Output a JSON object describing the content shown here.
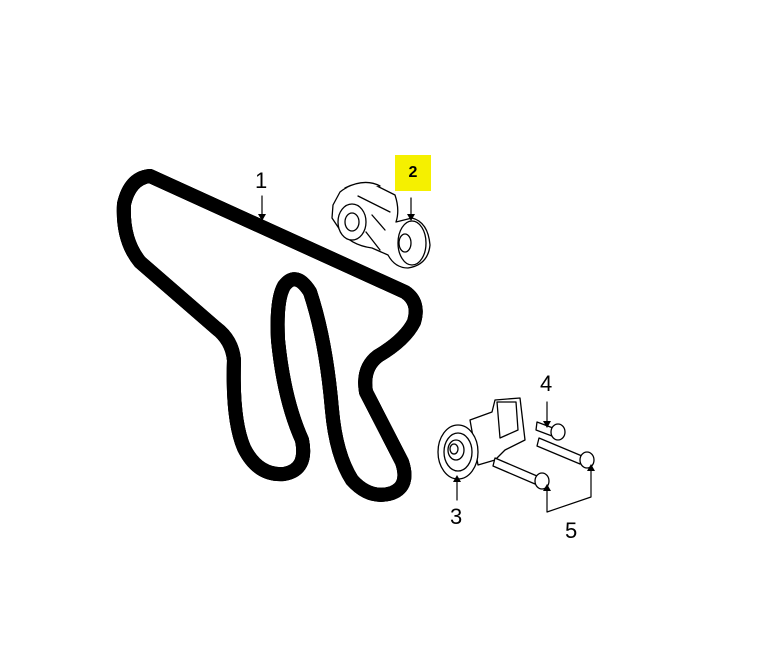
{
  "diagram": {
    "callouts": [
      {
        "number": "1",
        "part": "belt"
      },
      {
        "number": "2",
        "part": "tensioner",
        "highlighted": true
      },
      {
        "number": "3",
        "part": "idler-pulley"
      },
      {
        "number": "4",
        "part": "bolt"
      },
      {
        "number": "5",
        "part": "bolts"
      }
    ],
    "highlight_color": "#f5f000"
  }
}
